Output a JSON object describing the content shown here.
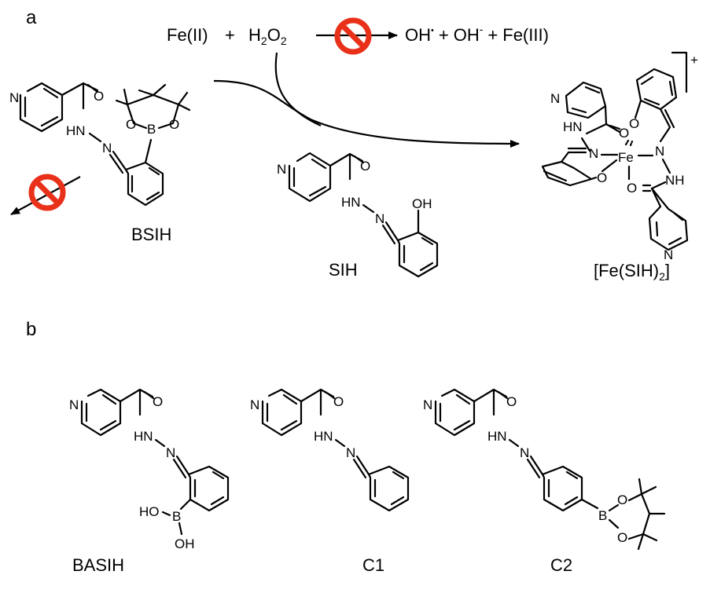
{
  "panels": {
    "a": "a",
    "b": "b"
  },
  "reaction": {
    "fe2": "Fe(II)",
    "plus": "+",
    "h2o2_H": "H",
    "h2o2_2a": "2",
    "h2o2_O": "O",
    "h2o2_2b": "2",
    "oh_radical": "OH",
    "radical_dot": "•",
    "plus2": "+",
    "oh_anion": "OH",
    "minus": "-",
    "plus3": "+",
    "fe3": "Fe(III)"
  },
  "compounds": {
    "bsih": "BSIH",
    "sih": "SIH",
    "complex_a": "[Fe(SIH)",
    "complex_sub": "2",
    "complex_b": "]",
    "complex_charge": "+",
    "basih": "BASIH",
    "c1": "C1",
    "c2": "C2"
  },
  "atoms": {
    "N": "N",
    "O": "O",
    "B": "B",
    "HN": "HN",
    "NH": "NH",
    "OH": "OH",
    "HO": "HO",
    "Fe": "Fe"
  },
  "colors": {
    "bond": "#000000",
    "prohibited": "#e9311a"
  },
  "icons": [
    "no-entry-icon",
    "no-entry-icon"
  ]
}
